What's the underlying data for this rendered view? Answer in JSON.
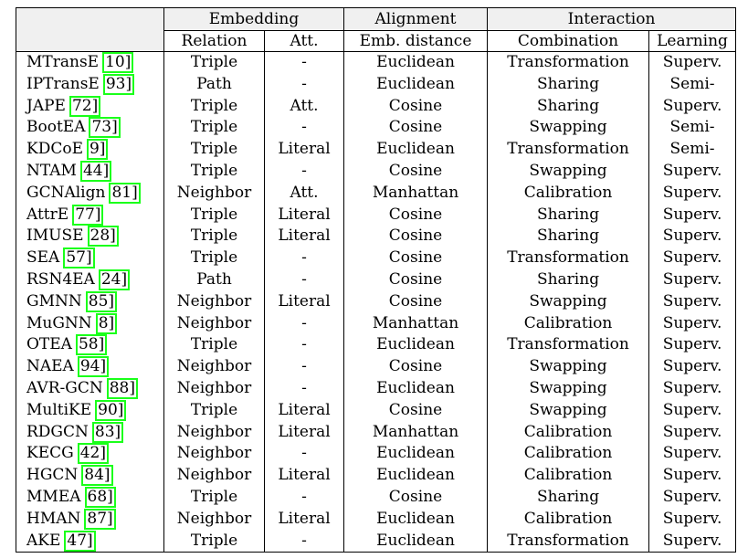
{
  "header": {
    "groups": [
      "Embedding",
      "Alignment",
      "Interaction"
    ],
    "columns": [
      "Relation",
      "Att.",
      "Emb. distance",
      "Combination",
      "Learning"
    ]
  },
  "rows": [
    {
      "name": "MTransE",
      "ref": "10]",
      "relation": "Triple",
      "att": "-",
      "distance": "Euclidean",
      "combination": "Transformation",
      "learning": "Superv."
    },
    {
      "name": "IPTransE",
      "ref": "93]",
      "relation": "Path",
      "att": "-",
      "distance": "Euclidean",
      "combination": "Sharing",
      "learning": "Semi-"
    },
    {
      "name": "JAPE",
      "ref": "72]",
      "relation": "Triple",
      "att": "Att.",
      "distance": "Cosine",
      "combination": "Sharing",
      "learning": "Superv."
    },
    {
      "name": "BootEA",
      "ref": "73]",
      "relation": "Triple",
      "att": "-",
      "distance": "Cosine",
      "combination": "Swapping",
      "learning": "Semi-"
    },
    {
      "name": "KDCoE",
      "ref": "9]",
      "relation": "Triple",
      "att": "Literal",
      "distance": "Euclidean",
      "combination": "Transformation",
      "learning": "Semi-"
    },
    {
      "name": "NTAM",
      "ref": "44]",
      "relation": "Triple",
      "att": "-",
      "distance": "Cosine",
      "combination": "Swapping",
      "learning": "Superv."
    },
    {
      "name": "GCNAlign",
      "ref": "81]",
      "relation": "Neighbor",
      "att": "Att.",
      "distance": "Manhattan",
      "combination": "Calibration",
      "learning": "Superv."
    },
    {
      "name": "AttrE",
      "ref": "77]",
      "relation": "Triple",
      "att": "Literal",
      "distance": "Cosine",
      "combination": "Sharing",
      "learning": "Superv."
    },
    {
      "name": "IMUSE",
      "ref": "28]",
      "relation": "Triple",
      "att": "Literal",
      "distance": "Cosine",
      "combination": "Sharing",
      "learning": "Superv."
    },
    {
      "name": "SEA",
      "ref": "57]",
      "relation": "Triple",
      "att": "-",
      "distance": "Cosine",
      "combination": "Transformation",
      "learning": "Superv."
    },
    {
      "name": "RSN4EA",
      "ref": "24]",
      "relation": "Path",
      "att": "-",
      "distance": "Cosine",
      "combination": "Sharing",
      "learning": "Superv."
    },
    {
      "name": "GMNN",
      "ref": "85]",
      "relation": "Neighbor",
      "att": "Literal",
      "distance": "Cosine",
      "combination": "Swapping",
      "learning": "Superv."
    },
    {
      "name": "MuGNN",
      "ref": "8]",
      "relation": "Neighbor",
      "att": "-",
      "distance": "Manhattan",
      "combination": "Calibration",
      "learning": "Superv."
    },
    {
      "name": "OTEA",
      "ref": "58]",
      "relation": "Triple",
      "att": "-",
      "distance": "Euclidean",
      "combination": "Transformation",
      "learning": "Superv."
    },
    {
      "name": "NAEA",
      "ref": "94]",
      "relation": "Neighbor",
      "att": "-",
      "distance": "Cosine",
      "combination": "Swapping",
      "learning": "Superv."
    },
    {
      "name": "AVR-GCN",
      "ref": "88]",
      "relation": "Neighbor",
      "att": "-",
      "distance": "Euclidean",
      "combination": "Swapping",
      "learning": "Superv."
    },
    {
      "name": "MultiKE",
      "ref": "90]",
      "relation": "Triple",
      "att": "Literal",
      "distance": "Cosine",
      "combination": "Swapping",
      "learning": "Superv."
    },
    {
      "name": "RDGCN",
      "ref": "83]",
      "relation": "Neighbor",
      "att": "Literal",
      "distance": "Manhattan",
      "combination": "Calibration",
      "learning": "Superv."
    },
    {
      "name": "KECG",
      "ref": "42]",
      "relation": "Neighbor",
      "att": "-",
      "distance": "Euclidean",
      "combination": "Calibration",
      "learning": "Superv."
    },
    {
      "name": "HGCN",
      "ref": "84]",
      "relation": "Neighbor",
      "att": "Literal",
      "distance": "Euclidean",
      "combination": "Calibration",
      "learning": "Superv."
    },
    {
      "name": "MMEA",
      "ref": "68]",
      "relation": "Triple",
      "att": "-",
      "distance": "Cosine",
      "combination": "Sharing",
      "learning": "Superv."
    },
    {
      "name": "HMAN",
      "ref": "87]",
      "relation": "Neighbor",
      "att": "Literal",
      "distance": "Euclidean",
      "combination": "Calibration",
      "learning": "Superv."
    },
    {
      "name": "AKE",
      "ref": "47]",
      "relation": "Triple",
      "att": "-",
      "distance": "Euclidean",
      "combination": "Transformation",
      "learning": "Superv."
    }
  ],
  "colors": {
    "ref_box": "#1aff1a",
    "header_bg": "#f0f0f0"
  }
}
